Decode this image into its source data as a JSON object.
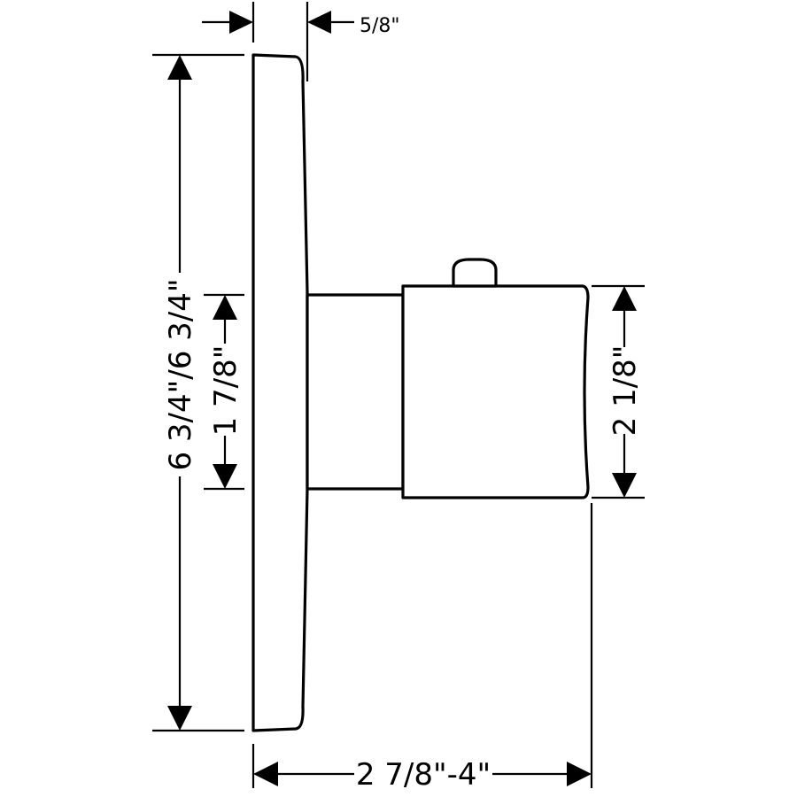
{
  "dimensions": {
    "plate_depth": "5/8\"",
    "plate_height": "6 3/4\"/6 3/4\"",
    "stem_height": "1 7/8\"",
    "handle_height": "2 1/8\"",
    "total_depth": "2 7/8\"-4\""
  },
  "colors": {
    "line": "#000000",
    "background": "#ffffff"
  }
}
